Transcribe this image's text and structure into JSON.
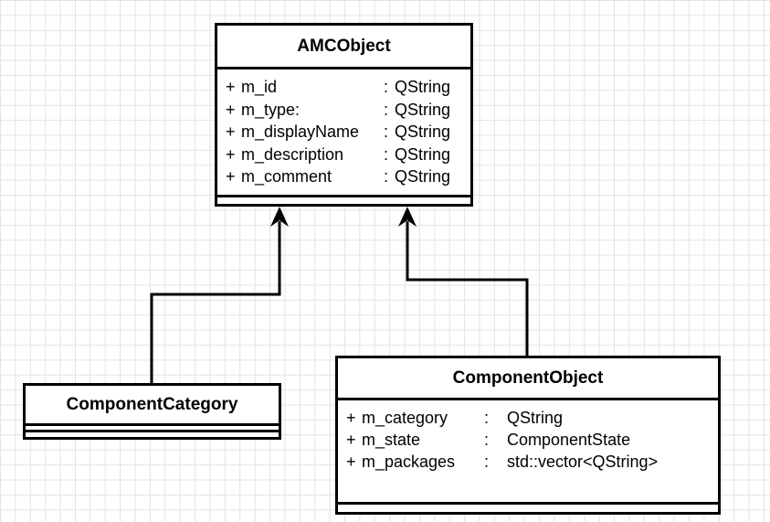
{
  "classes": {
    "amc_object": {
      "name": "AMCObject",
      "attributes": [
        {
          "vis": "+",
          "name": "m_id",
          "sep": ":",
          "type": "QString"
        },
        {
          "vis": "+",
          "name": "m_type:",
          "sep": ":",
          "type": "QString"
        },
        {
          "vis": "+",
          "name": "m_displayName",
          "sep": ":",
          "type": "QString"
        },
        {
          "vis": "+",
          "name": "m_description",
          "sep": ":",
          "type": "QString"
        },
        {
          "vis": "+",
          "name": "m_comment",
          "sep": ":",
          "type": "QString"
        }
      ]
    },
    "component_category": {
      "name": "ComponentCategory",
      "attributes": []
    },
    "component_object": {
      "name": "ComponentObject",
      "attributes": [
        {
          "vis": "+",
          "name": "m_category",
          "sep": ":",
          "type": "QString"
        },
        {
          "vis": "+",
          "name": "m_state",
          "sep": ":",
          "type": "ComponentState"
        },
        {
          "vis": "+",
          "name": "m_packages",
          "sep": ":",
          "type": "std::vector<QString>"
        }
      ]
    }
  },
  "relations": [
    {
      "type": "generalization",
      "from": "ComponentCategory",
      "to": "AMCObject"
    },
    {
      "type": "generalization",
      "from": "ComponentObject",
      "to": "AMCObject"
    }
  ],
  "colors": {
    "line": "#000000",
    "grid": "#e3e3e3",
    "background": "#ffffff"
  }
}
